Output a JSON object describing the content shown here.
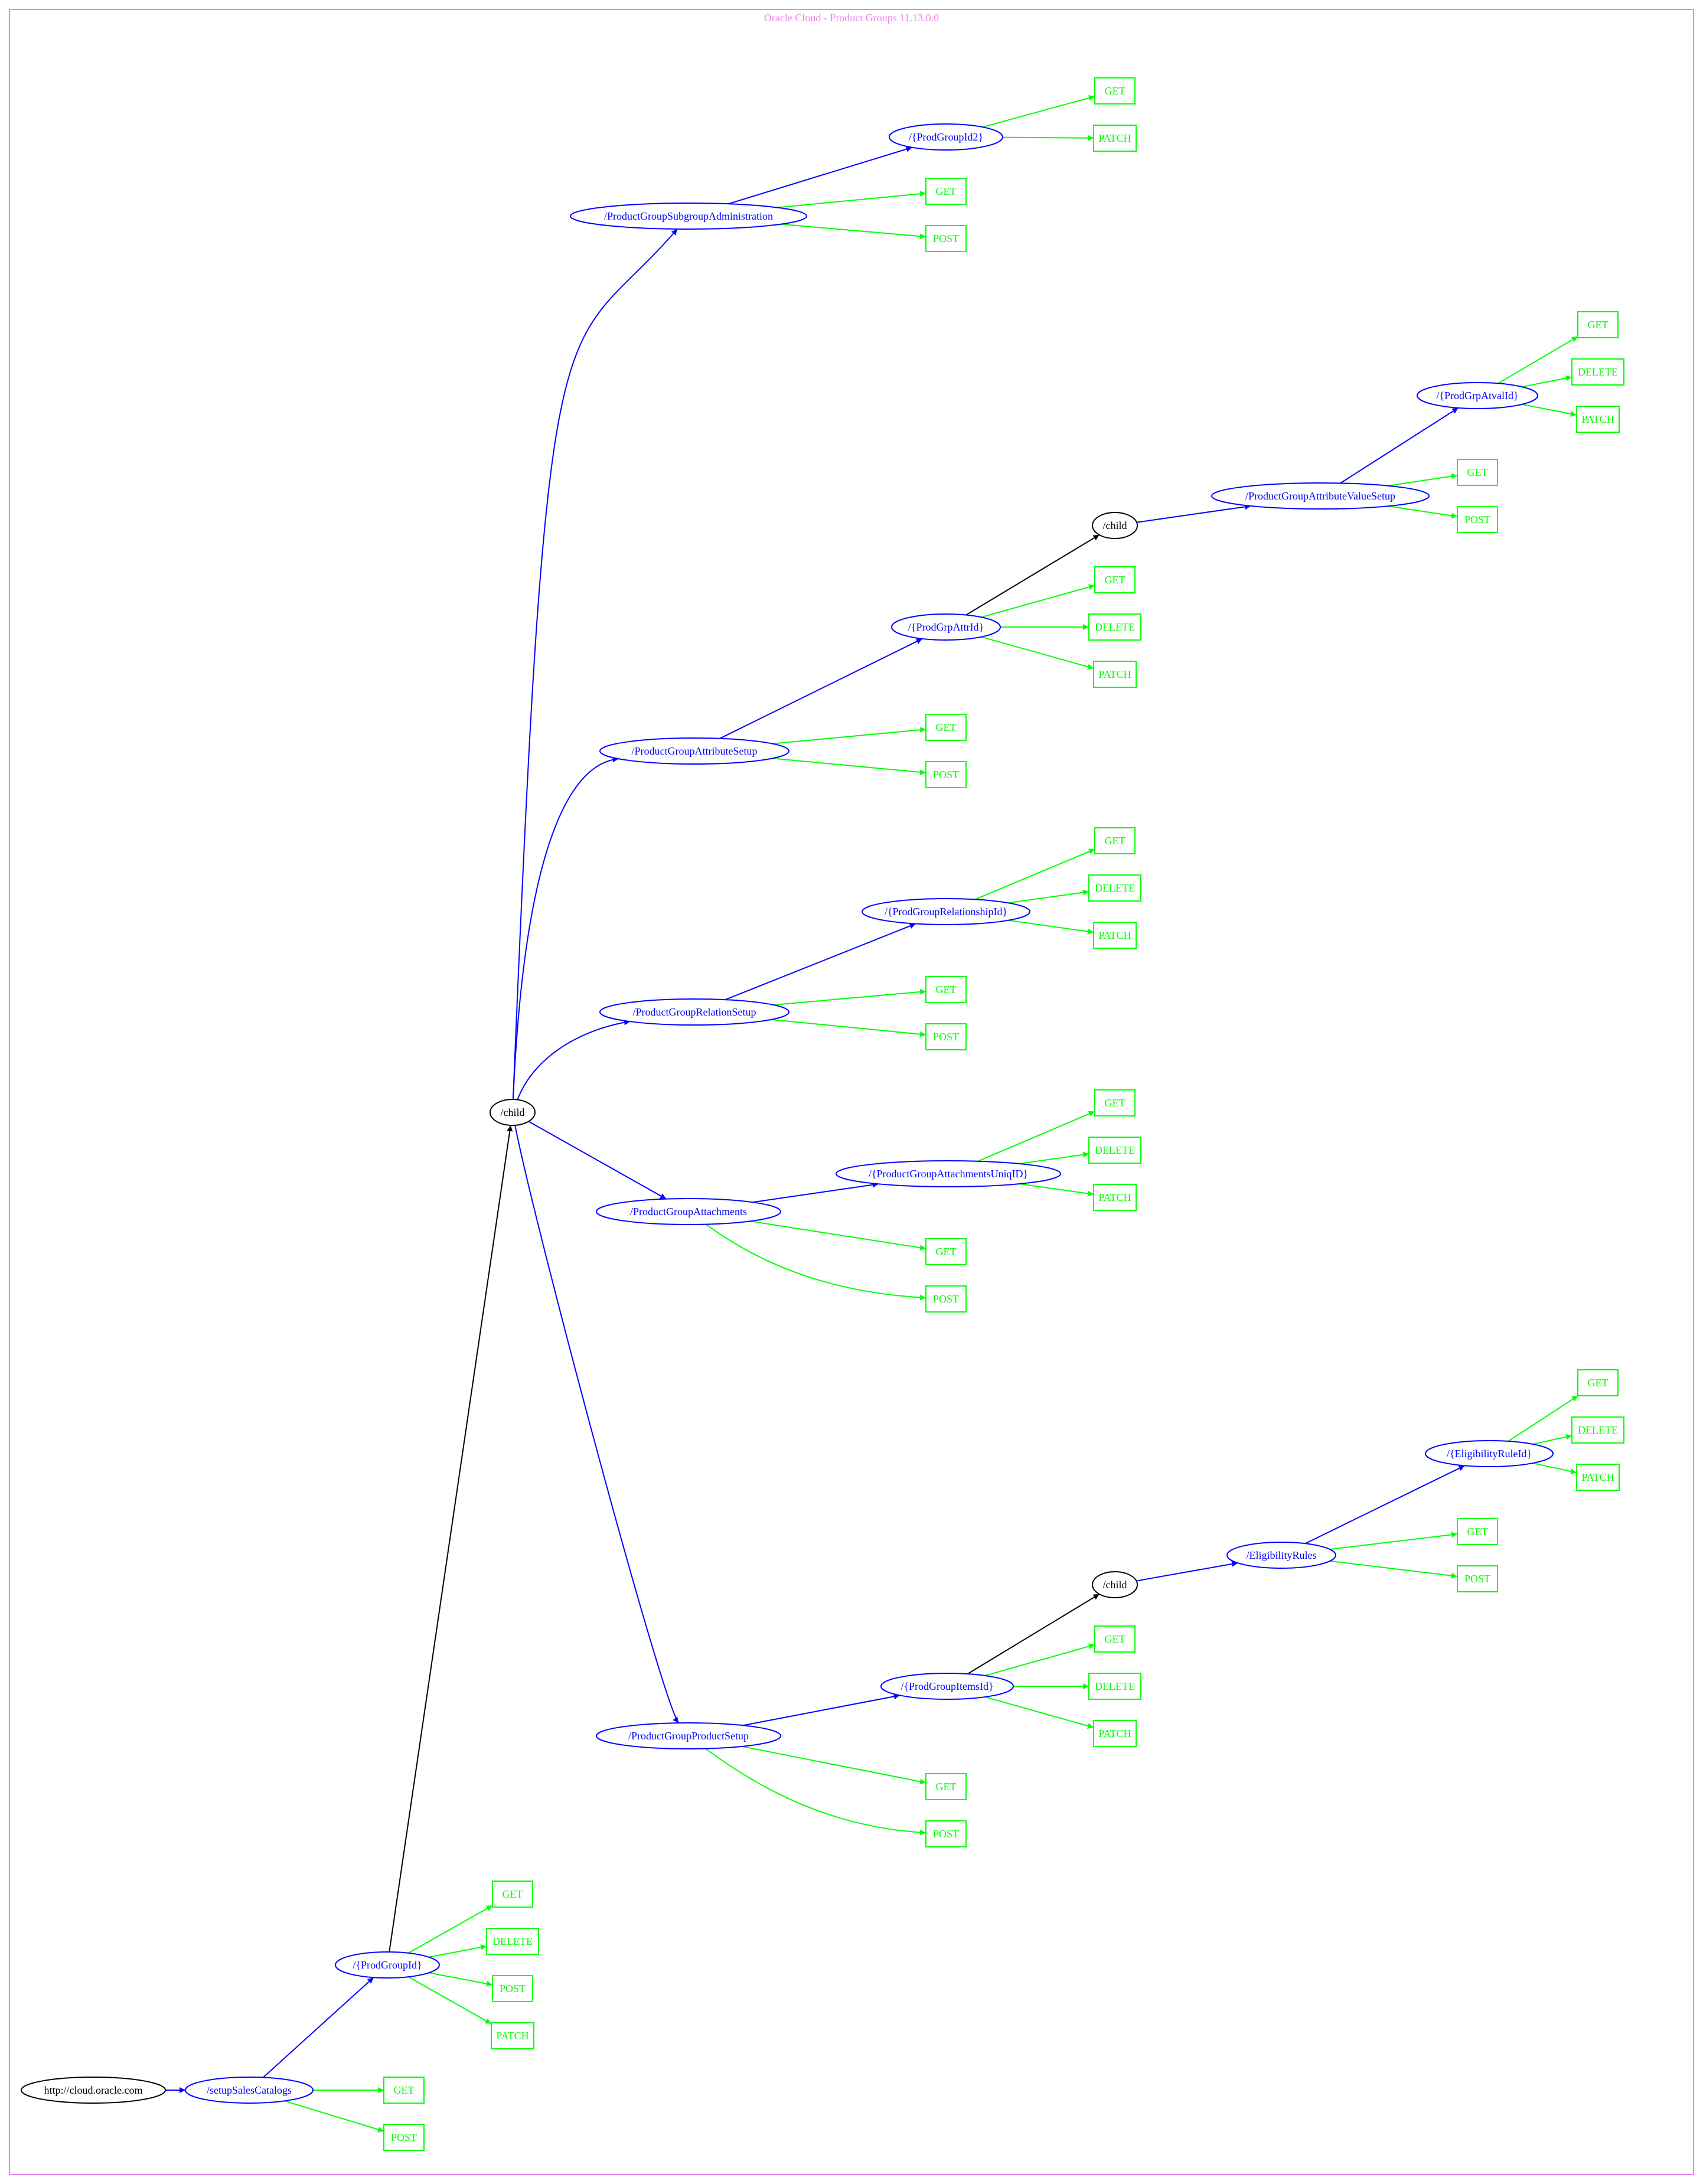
{
  "title": "Oracle Cloud - Product Groups 11.13.0.0",
  "colors": {
    "frame": "#ee82ee",
    "title": "#ee82ee",
    "resource": "#0000ff",
    "method": "#00ff00",
    "plain": "#000000"
  },
  "nodes": [
    {
      "id": "root",
      "label": "http://cloud.oracle.com",
      "kind": "plain"
    },
    {
      "id": "setup",
      "label": "/setupSalesCatalogs",
      "kind": "resource"
    },
    {
      "id": "setup_get",
      "label": "GET",
      "kind": "method"
    },
    {
      "id": "setup_post",
      "label": "POST",
      "kind": "method"
    },
    {
      "id": "pgid",
      "label": "/{ProdGroupId}",
      "kind": "resource"
    },
    {
      "id": "pgid_get",
      "label": "GET",
      "kind": "method"
    },
    {
      "id": "pgid_delete",
      "label": "DELETE",
      "kind": "method"
    },
    {
      "id": "pgid_post",
      "label": "POST",
      "kind": "method"
    },
    {
      "id": "pgid_patch",
      "label": "PATCH",
      "kind": "method"
    },
    {
      "id": "child1",
      "label": "/child",
      "kind": "plain"
    },
    {
      "id": "subgrp",
      "label": "/ProductGroupSubgroupAdministration",
      "kind": "resource"
    },
    {
      "id": "subgrp_get",
      "label": "GET",
      "kind": "method"
    },
    {
      "id": "subgrp_post",
      "label": "POST",
      "kind": "method"
    },
    {
      "id": "pgid2",
      "label": "/{ProdGroupId2}",
      "kind": "resource"
    },
    {
      "id": "pgid2_get",
      "label": "GET",
      "kind": "method"
    },
    {
      "id": "pgid2_patch",
      "label": "PATCH",
      "kind": "method"
    },
    {
      "id": "attr",
      "label": "/ProductGroupAttributeSetup",
      "kind": "resource"
    },
    {
      "id": "attr_get",
      "label": "GET",
      "kind": "method"
    },
    {
      "id": "attr_post",
      "label": "POST",
      "kind": "method"
    },
    {
      "id": "attrid",
      "label": "/{ProdGrpAttrId}",
      "kind": "resource"
    },
    {
      "id": "attrid_get",
      "label": "GET",
      "kind": "method"
    },
    {
      "id": "attrid_delete",
      "label": "DELETE",
      "kind": "method"
    },
    {
      "id": "attrid_patch",
      "label": "PATCH",
      "kind": "method"
    },
    {
      "id": "child2",
      "label": "/child",
      "kind": "plain"
    },
    {
      "id": "attrval",
      "label": "/ProductGroupAttributeValueSetup",
      "kind": "resource"
    },
    {
      "id": "attrval_get",
      "label": "GET",
      "kind": "method"
    },
    {
      "id": "attrval_post",
      "label": "POST",
      "kind": "method"
    },
    {
      "id": "atvalid",
      "label": "/{ProdGrpAtvalId}",
      "kind": "resource"
    },
    {
      "id": "atvalid_get",
      "label": "GET",
      "kind": "method"
    },
    {
      "id": "atvalid_delete",
      "label": "DELETE",
      "kind": "method"
    },
    {
      "id": "atvalid_patch",
      "label": "PATCH",
      "kind": "method"
    },
    {
      "id": "rel",
      "label": "/ProductGroupRelationSetup",
      "kind": "resource"
    },
    {
      "id": "rel_get",
      "label": "GET",
      "kind": "method"
    },
    {
      "id": "rel_post",
      "label": "POST",
      "kind": "method"
    },
    {
      "id": "relid",
      "label": "/{ProdGroupRelationshipId}",
      "kind": "resource"
    },
    {
      "id": "relid_get",
      "label": "GET",
      "kind": "method"
    },
    {
      "id": "relid_delete",
      "label": "DELETE",
      "kind": "method"
    },
    {
      "id": "relid_patch",
      "label": "PATCH",
      "kind": "method"
    },
    {
      "id": "att",
      "label": "/ProductGroupAttachments",
      "kind": "resource"
    },
    {
      "id": "att_get",
      "label": "GET",
      "kind": "method"
    },
    {
      "id": "att_post",
      "label": "POST",
      "kind": "method"
    },
    {
      "id": "attuid",
      "label": "/{ProductGroupAttachmentsUniqID}",
      "kind": "resource"
    },
    {
      "id": "attuid_get",
      "label": "GET",
      "kind": "method"
    },
    {
      "id": "attuid_delete",
      "label": "DELETE",
      "kind": "method"
    },
    {
      "id": "attuid_patch",
      "label": "PATCH",
      "kind": "method"
    },
    {
      "id": "prod",
      "label": "/ProductGroupProductSetup",
      "kind": "resource"
    },
    {
      "id": "prod_get",
      "label": "GET",
      "kind": "method"
    },
    {
      "id": "prod_post",
      "label": "POST",
      "kind": "method"
    },
    {
      "id": "itemsid",
      "label": "/{ProdGroupItemsId}",
      "kind": "resource"
    },
    {
      "id": "itemsid_get",
      "label": "GET",
      "kind": "method"
    },
    {
      "id": "itemsid_delete",
      "label": "DELETE",
      "kind": "method"
    },
    {
      "id": "itemsid_patch",
      "label": "PATCH",
      "kind": "method"
    },
    {
      "id": "child3",
      "label": "/child",
      "kind": "plain"
    },
    {
      "id": "elig",
      "label": "/EligibilityRules",
      "kind": "resource"
    },
    {
      "id": "elig_get",
      "label": "GET",
      "kind": "method"
    },
    {
      "id": "elig_post",
      "label": "POST",
      "kind": "method"
    },
    {
      "id": "eligid",
      "label": "/{EligibilityRuleId}",
      "kind": "resource"
    },
    {
      "id": "eligid_get",
      "label": "GET",
      "kind": "method"
    },
    {
      "id": "eligid_delete",
      "label": "DELETE",
      "kind": "method"
    },
    {
      "id": "eligid_patch",
      "label": "PATCH",
      "kind": "method"
    }
  ],
  "edges": [
    {
      "from": "root",
      "to": "setup"
    },
    {
      "from": "setup",
      "to": "setup_get"
    },
    {
      "from": "setup",
      "to": "setup_post"
    },
    {
      "from": "setup",
      "to": "pgid"
    },
    {
      "from": "pgid",
      "to": "pgid_get"
    },
    {
      "from": "pgid",
      "to": "pgid_delete"
    },
    {
      "from": "pgid",
      "to": "pgid_post"
    },
    {
      "from": "pgid",
      "to": "pgid_patch"
    },
    {
      "from": "pgid",
      "to": "child1"
    },
    {
      "from": "child1",
      "to": "subgrp"
    },
    {
      "from": "child1",
      "to": "attr"
    },
    {
      "from": "child1",
      "to": "rel"
    },
    {
      "from": "child1",
      "to": "att"
    },
    {
      "from": "child1",
      "to": "prod"
    },
    {
      "from": "subgrp",
      "to": "pgid2"
    },
    {
      "from": "subgrp",
      "to": "subgrp_get"
    },
    {
      "from": "subgrp",
      "to": "subgrp_post"
    },
    {
      "from": "pgid2",
      "to": "pgid2_get"
    },
    {
      "from": "pgid2",
      "to": "pgid2_patch"
    },
    {
      "from": "attr",
      "to": "attrid"
    },
    {
      "from": "attr",
      "to": "attr_get"
    },
    {
      "from": "attr",
      "to": "attr_post"
    },
    {
      "from": "attrid",
      "to": "child2"
    },
    {
      "from": "attrid",
      "to": "attrid_get"
    },
    {
      "from": "attrid",
      "to": "attrid_delete"
    },
    {
      "from": "attrid",
      "to": "attrid_patch"
    },
    {
      "from": "child2",
      "to": "attrval"
    },
    {
      "from": "attrval",
      "to": "atvalid"
    },
    {
      "from": "attrval",
      "to": "attrval_get"
    },
    {
      "from": "attrval",
      "to": "attrval_post"
    },
    {
      "from": "atvalid",
      "to": "atvalid_get"
    },
    {
      "from": "atvalid",
      "to": "atvalid_delete"
    },
    {
      "from": "atvalid",
      "to": "atvalid_patch"
    },
    {
      "from": "rel",
      "to": "relid"
    },
    {
      "from": "rel",
      "to": "rel_get"
    },
    {
      "from": "rel",
      "to": "rel_post"
    },
    {
      "from": "relid",
      "to": "relid_get"
    },
    {
      "from": "relid",
      "to": "relid_delete"
    },
    {
      "from": "relid",
      "to": "relid_patch"
    },
    {
      "from": "att",
      "to": "attuid"
    },
    {
      "from": "att",
      "to": "att_get"
    },
    {
      "from": "att",
      "to": "att_post"
    },
    {
      "from": "attuid",
      "to": "attuid_get"
    },
    {
      "from": "attuid",
      "to": "attuid_delete"
    },
    {
      "from": "attuid",
      "to": "attuid_patch"
    },
    {
      "from": "prod",
      "to": "itemsid"
    },
    {
      "from": "prod",
      "to": "prod_get"
    },
    {
      "from": "prod",
      "to": "prod_post"
    },
    {
      "from": "itemsid",
      "to": "child3"
    },
    {
      "from": "itemsid",
      "to": "itemsid_get"
    },
    {
      "from": "itemsid",
      "to": "itemsid_delete"
    },
    {
      "from": "itemsid",
      "to": "itemsid_patch"
    },
    {
      "from": "child3",
      "to": "elig"
    },
    {
      "from": "elig",
      "to": "eligid"
    },
    {
      "from": "elig",
      "to": "elig_get"
    },
    {
      "from": "elig",
      "to": "elig_post"
    },
    {
      "from": "eligid",
      "to": "eligid_get"
    },
    {
      "from": "eligid",
      "to": "eligid_delete"
    },
    {
      "from": "eligid",
      "to": "eligid_patch"
    }
  ]
}
